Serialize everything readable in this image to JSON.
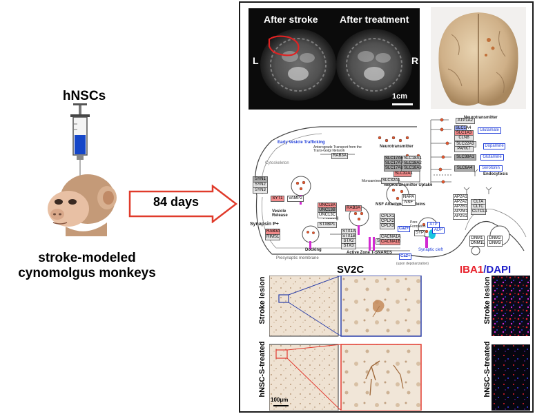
{
  "left": {
    "cell_label": "hNSCs",
    "subject_line1": "stroke-modeled",
    "subject_line2": "cynomolgus monkeys",
    "arrow_label": "84 days"
  },
  "mri": {
    "label_after_stroke": "After stroke",
    "label_after_treatment": "After treatment",
    "side_left": "L",
    "side_right": "R",
    "scale_bar": "1cm"
  },
  "pathway": {
    "header_neurotransmitter": "Neurotransmitter",
    "early_vesicle": "Early Vesicle Trafficking",
    "anterograde": "Anterograde Transport from the Trans-Golgi Network",
    "cytoskeleton": "Cytoskeleton",
    "vesicle_release": "Vesicle Release",
    "synapsin": "Synapsin P+",
    "priming": "Priming",
    "docking": "Docking",
    "nsf_attachment": "NSF Attachment Proteins",
    "neurotransmitter_uptake": "Neurotransmitter Uptake",
    "neurotransmitter_mid": "Neurotransmitter",
    "monoamines": "Monoamines",
    "endocytosis": "Endocytosis",
    "pore_formation": "Pore Formation",
    "active_zone": "Active Zone T-SNARES",
    "synaptic_cleft": "Synaptic cleft",
    "presynaptic_membrane": "Presynaptic membrane",
    "ca_depol": "(upon depolarization)",
    "glutamate": "Glutamate",
    "dopamine": "Dopamine",
    "glutamine": "Glutamine",
    "serotonin": "Serotonin",
    "atp": "ATP",
    "adp": "ADP",
    "ca1": "Ca2+",
    "ca2": "Ca2+",
    "genes": {
      "atp1a2": "ATP1A2",
      "slc1a4": "SLC1A4",
      "slc1a3": "SLC1A3",
      "cln8": "CLN8",
      "slc22a3": "SLC22A3",
      "park7": "PARK7",
      "slc38a1": "SLC38A1",
      "slc6a4": "SLC6A4",
      "rab3a_top": "RAB3A",
      "syn1": "SYN1",
      "syn2": "SYN2",
      "syn3": "SYN3",
      "syt1": "SYT1",
      "vamp2": "VAMP2",
      "unc13a": "UNC13A",
      "unc13b": "UNC13B",
      "unc13c": "UNC13C",
      "stxbp1": "STXBP1",
      "rab3a_mid": "RAB3A",
      "rab3a_bottom": "RAB3A",
      "rims1": "RIMS1",
      "stx1a": "STX1A",
      "stx1b": "STX1B",
      "stx2": "STX2",
      "stx3": "STX3",
      "snap25": "SNAP25",
      "cplx1": "CPLX1",
      "cplx2": "CPLX2",
      "cplx3": "CPLX3",
      "cacna1a": "CACNA1A",
      "cacna1b": "CACNA1B",
      "syp": "SYP",
      "napa": "NAPA",
      "nsf": "NSF",
      "slc17a6": "SLC17A6",
      "slc18a1": "SLC18A1",
      "slc17a7": "SLC17A7",
      "slc18a2": "SLC18A2",
      "slc17a8": "SLC17A8",
      "slc18a3": "SLC18A3",
      "slc32a1": "SLC32A1",
      "slc32a1_b": "SLC32A1",
      "ap2a1": "AP2A1",
      "ap2a2": "AP2A2",
      "ap2b1": "AP2B1",
      "ap2m1": "AP2M1",
      "ap2s1": "AP2S1",
      "clta": "CLTA",
      "cltc": "CLTC",
      "cltcl1": "CLTCL1",
      "dnm1": "DNM1",
      "dnm2": "DNM2",
      "dnm1l": "DNM1L",
      "dnm3": "DNM3"
    }
  },
  "histology": {
    "sv2c_title": "SV2C",
    "iba1_title": "IBA1",
    "dapi_title": "/DAPI",
    "row1_label": "Stroke lesion",
    "row2_label": "hNSC-S-treated",
    "scale_bar": "100μm"
  },
  "colors": {
    "arrow_red": "#e03b2b",
    "syringe_blue": "#1546c8",
    "iba1_red": "#e8202a",
    "dapi_blue": "#1e1ec8",
    "zoom_blue": "#2b3fa8",
    "zoom_red": "#e23a2e",
    "gene_up_red": "#f08a8a",
    "gene_highlight_blue": "#9aa8f0"
  }
}
